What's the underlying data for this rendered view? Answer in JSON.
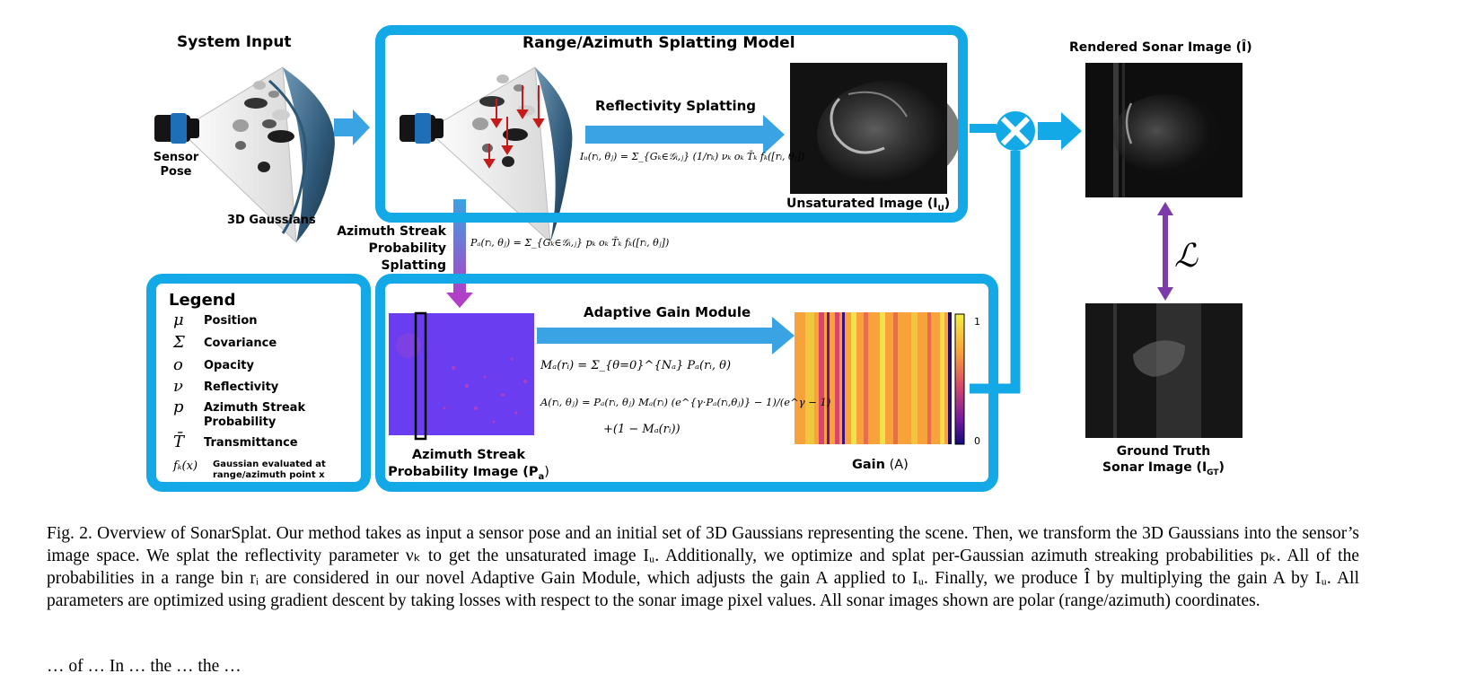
{
  "sections": {
    "system_input": "System Input",
    "sensor_pose": [
      "Sensor",
      "Pose"
    ],
    "gaussians_3d": "3D Gaussians",
    "splatting_model": "Range/Azimuth Splatting Model",
    "reflectivity_splatting": "Reflectivity Splatting",
    "unsaturated_image": "Unsaturated Image (I",
    "unsaturated_image_sub": "U",
    "rendered_sonar": "Rendered Sonar Image (Î)",
    "azimuth_streak_splatting": [
      "Azimuth Streak",
      "Probability",
      "Splatting"
    ],
    "adaptive_gain_module": "Adaptive Gain Module",
    "azimuth_streak_image": [
      "Azimuth Streak",
      "Probability Image (P"
    ],
    "azimuth_streak_image_sub": "a",
    "gain_label": "Gain",
    "gain_paren": " (A)",
    "ground_truth": [
      "Ground Truth",
      "Sonar Image (I"
    ],
    "ground_truth_sub": "GT",
    "loss_symbol": "ℒ"
  },
  "colorbar": {
    "max_label": "1",
    "min_label": "0"
  },
  "equations": {
    "reflectivity": "Iᵤ(rᵢ, θⱼ) = Σ_{Gₖ∈𝒢ᵢ,ⱼ} (1/rₖ) νₖ oₖ T̄ₖ fₖ([rᵢ, θⱼ])",
    "azimuth_prob": "Pₐ(rᵢ, θⱼ) = Σ_{Gₖ∈𝒢ᵢ,ⱼ} pₖ oₖ T̄ₖ fₖ([rᵢ, θⱼ])",
    "mask": "Mₐ(rᵢ) = Σ_{θ=0}^{Nₐ} Pₐ(rᵢ, θ)",
    "gain_line1": "A(rᵢ, θⱼ) = Pₐ(rᵢ, θⱼ) Mₐ(rᵢ) (e^{γ·Pₐ(rᵢ,θⱼ)} − 1)/(e^γ − 1)",
    "gain_line2": "+(1 − Mₐ(rᵢ))"
  },
  "legend": {
    "title": "Legend",
    "items": [
      {
        "symbol": "μ",
        "label": "Position"
      },
      {
        "symbol": "Σ",
        "label": "Covariance"
      },
      {
        "symbol": "o",
        "label": "Opacity"
      },
      {
        "symbol": "ν",
        "label": "Reflectivity"
      },
      {
        "symbol": "p",
        "label": "Azimuth Streak\nProbability"
      },
      {
        "symbol": "T̄",
        "label": "Transmittance"
      },
      {
        "symbol": "fₖ(x)",
        "label": "Gaussian evaluated at\nrange/azimuth point x"
      }
    ]
  },
  "caption": "Fig. 2.  Overview of SonarSplat. Our method takes as input a sensor pose and an initial set of 3D Gaussians representing the scene. Then, we transform the 3D Gaussians into the sensor’s image space. We splat the reflectivity parameter νₖ to get the unsaturated image Iᵤ. Additionally, we optimize and splat per-Gaussian azimuth streaking probabilities pₖ. All of the probabilities in a range bin rᵢ are considered in our novel Adaptive Gain Module, which adjusts the  gain A applied to Iᵤ. Finally, we produce Î by multiplying the gain A by Iᵤ. All parameters are optimized using gradient descent by taking losses with respect to the sonar image pixel values. All sonar images shown are polar (range/azimuth) coordinates.",
  "footer_fragment": "… of … In … the … the …",
  "colors": {
    "box_blue": "#12a9e6",
    "arrow_blue": "#3aa3e3",
    "purple": "#7d3aa9",
    "gradient_top": "#3aa3e3",
    "gradient_bottom": "#b13fc8",
    "azimuth_bg": "#6a3df0"
  }
}
